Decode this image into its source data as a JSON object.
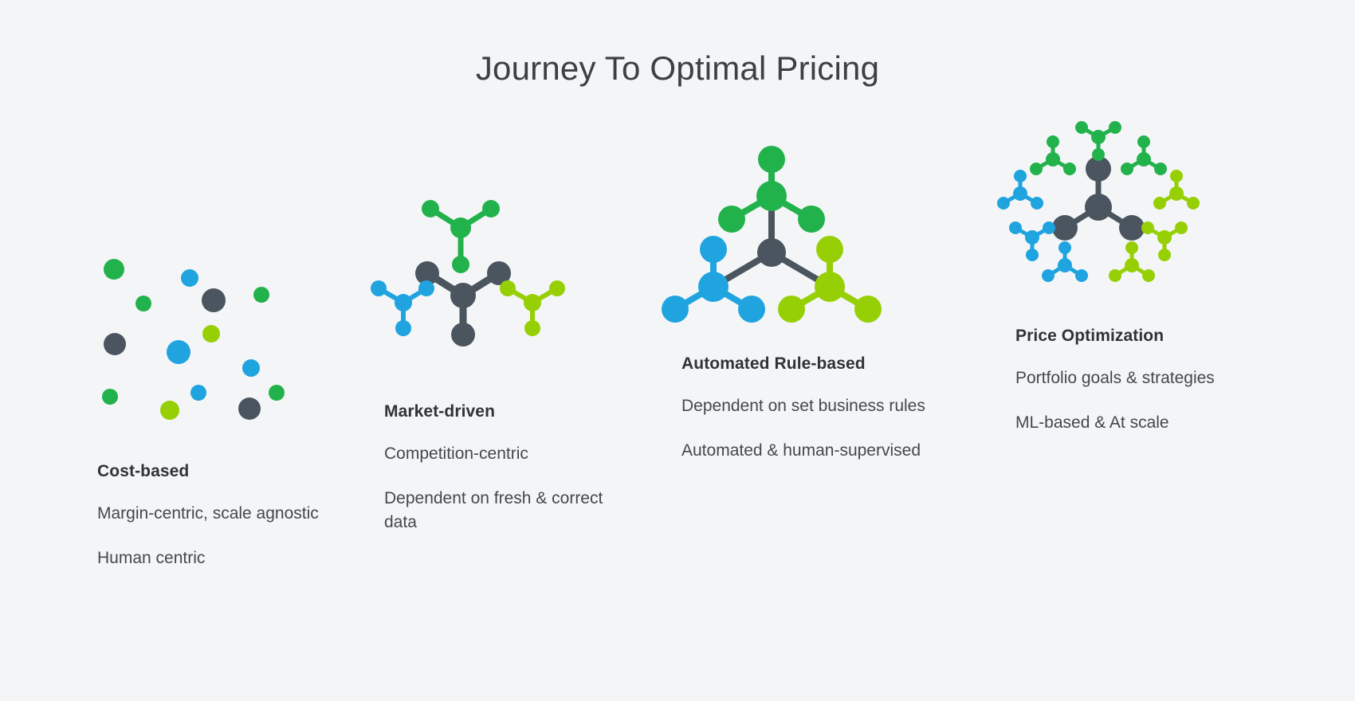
{
  "page": {
    "title": "Journey To Optimal Pricing",
    "background_color": "#f4f5f7"
  },
  "palette": {
    "dark": "#4a555f",
    "green": "#22b24c",
    "blue": "#1fa4e0",
    "lime": "#96d004",
    "title_color": "#3b4045",
    "heading_color": "#2f3337",
    "body_color": "#43484d"
  },
  "stages": [
    {
      "id": "cost-based",
      "heading": "Cost-based",
      "lines": [
        "Margin-centric, scale agnostic",
        "Human centric"
      ],
      "graphic": "scattered-dots-cluster",
      "graphic_label": "unconnected scattered nodes"
    },
    {
      "id": "market-driven",
      "heading": "Market-driven",
      "lines": [
        "Competition-centric",
        "Dependent on fresh & correct data"
      ],
      "graphic": "four-separate-molecules",
      "graphic_label": "one dark molecule with three detached colored molecules"
    },
    {
      "id": "automated-rule-based",
      "heading": "Automated Rule-based",
      "lines": [
        "Dependent on set business rules",
        "Automated & human-supervised"
      ],
      "graphic": "connected-tree",
      "graphic_label": "dark hub connected to green, blue and lime sub-hubs"
    },
    {
      "id": "price-optimization",
      "heading": "Price Optimization",
      "lines": [
        "Portfolio goals & strategies",
        "ML-based & At scale"
      ],
      "graphic": "central-hub-with-nine-satellites",
      "graphic_label": "dark core molecule surrounded by nine colored molecules"
    }
  ]
}
